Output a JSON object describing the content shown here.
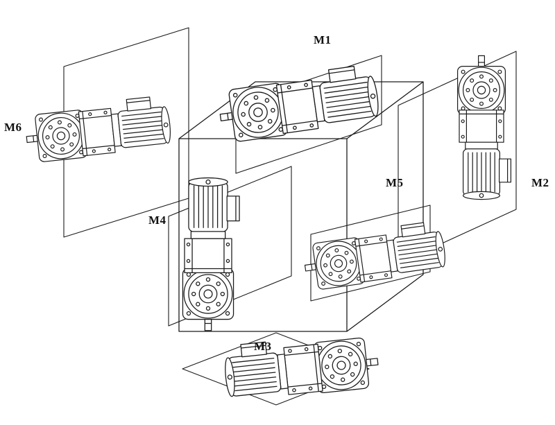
{
  "figure": {
    "kind": "technical-line-diagram",
    "subject": "Gear motor mounting positions shown around an isometric cube"
  },
  "labels": [
    {
      "id": "m1",
      "text": "M1"
    },
    {
      "id": "m2",
      "text": "M2"
    },
    {
      "id": "m3",
      "text": "M3"
    },
    {
      "id": "m4",
      "text": "M4"
    },
    {
      "id": "m5",
      "text": "M5"
    },
    {
      "id": "m6",
      "text": "M6"
    }
  ],
  "colors": {
    "line": "#1b1b1b",
    "background": "#ffffff"
  }
}
